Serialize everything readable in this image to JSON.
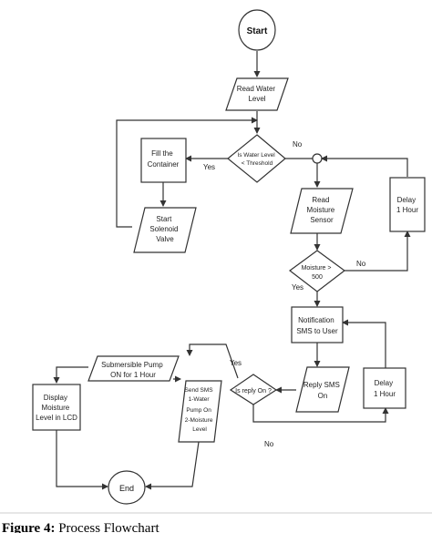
{
  "nodes": {
    "start": "Start",
    "read_water": [
      "Read Water",
      "Level"
    ],
    "water_decision": [
      "Is Water Level",
      "< Threshold"
    ],
    "fill_container": [
      "Fill the",
      "Container"
    ],
    "solenoid": [
      "Start",
      "Solenoid",
      "Valve"
    ],
    "read_moisture": [
      "Read",
      "Moisture",
      "Sensor"
    ],
    "delay_top": [
      "Delay",
      "1 Hour"
    ],
    "moisture_decision": [
      "Moisture >",
      "500"
    ],
    "notification": [
      "Notification",
      "SMS to User"
    ],
    "reply_sms": [
      "Reply SMS",
      "On"
    ],
    "reply_decision": [
      "Is reply On ?"
    ],
    "delay_bottom": [
      "Delay",
      "1 Hour"
    ],
    "pump": [
      "Submersible Pump",
      "ON for 1 Hour"
    ],
    "send_sms": [
      "Send SMS",
      "1-Water",
      "Pump On",
      "2-Moisture",
      "Level"
    ],
    "display": [
      "Display",
      "Moisture",
      "Level in LCD"
    ],
    "end": "End"
  },
  "edge_labels": {
    "water_yes": "Yes",
    "water_no": "No",
    "moisture_no": "No",
    "moisture_yes": "Yes",
    "reply_yes": "Yes",
    "reply_no": "No"
  },
  "caption": {
    "label": "Figure 4:",
    "text": " Process Flowchart"
  }
}
